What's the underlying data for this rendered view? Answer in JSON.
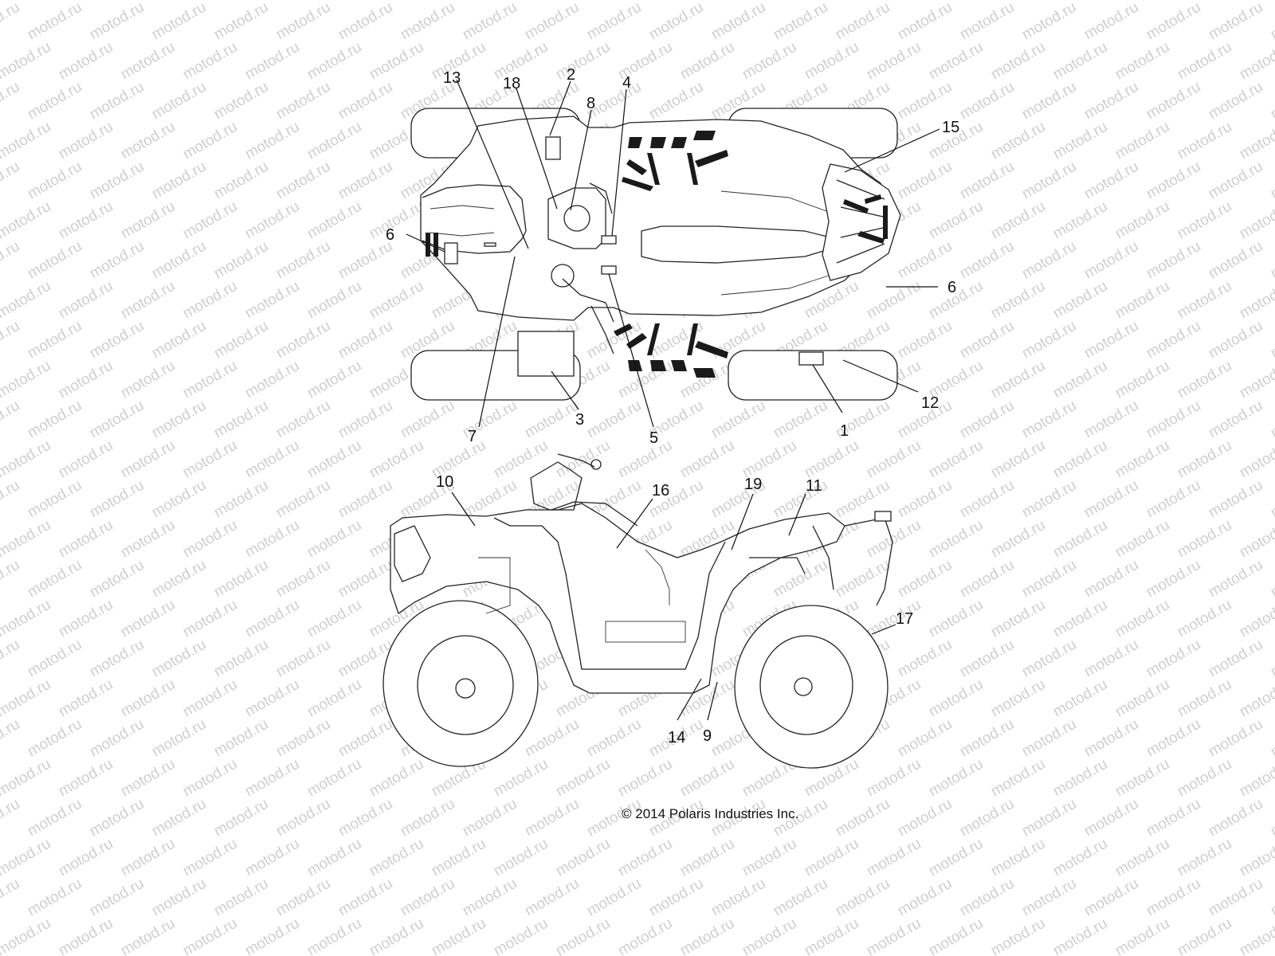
{
  "watermark": "motod.ru",
  "copyright": "© 2014 Polaris Industries Inc.",
  "callouts_top_view": [
    "13",
    "18",
    "2",
    "8",
    "4",
    "15",
    "6",
    "6",
    "3",
    "7",
    "5",
    "1",
    "12"
  ],
  "callouts_side_view": [
    "10",
    "16",
    "19",
    "11",
    "17",
    "14",
    "9"
  ]
}
